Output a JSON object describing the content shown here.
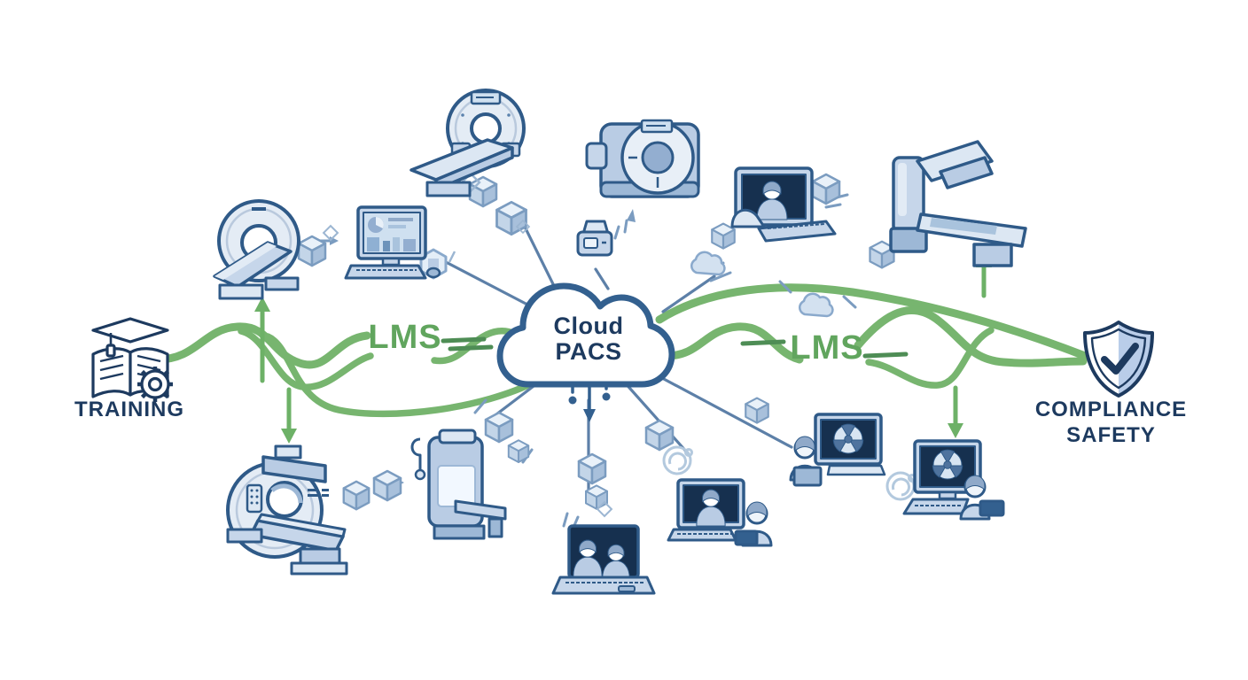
{
  "diagram": {
    "hub": {
      "label_line1": "Cloud",
      "label_line2": "PACS",
      "icon": "cloud-icon"
    },
    "left_bus": {
      "label": "LMS"
    },
    "right_bus": {
      "label": "LMS"
    },
    "training": {
      "label": "TRAINING",
      "icon": "graduation-book-gear-icon"
    },
    "compliance": {
      "label_line1": "COMPLIANCE",
      "label_line2": "SAFETY",
      "icon": "shield-check-icon"
    },
    "colors": {
      "accent_green": "#77B56F",
      "dark_green": "#4E8D55",
      "outline_blue": "#2F5A88",
      "text_navy": "#1D3A5F",
      "connector_blue": "#5D80A8",
      "fill_light": "#E8EFF7",
      "fill_mid": "#C6D6EA",
      "fill_deep": "#9DB8D6",
      "screen_navy": "#16304F"
    },
    "icons": {
      "hub": "cloud-icon",
      "left_endpoint": "graduation-book-gear-icon",
      "right_endpoint": "shield-check-icon",
      "devices": [
        "mri-scanner-icon",
        "workstation-dashboard-icon",
        "ct-scanner-icon",
        "gantry-scanner-icon",
        "telehealth-workstation-icon",
        "linac-icon",
        "ct-scanner-side-icon",
        "mammography-unit-icon",
        "laptop-video-call-icon",
        "training-session-icon",
        "radiology-workstation-icon",
        "radiology-workstation-2-icon"
      ],
      "packets": [
        "data-cube-icon",
        "data-blob-icon",
        "sync-swirl-icon",
        "hex-chip-icon",
        "capture-camera-icon"
      ]
    }
  }
}
